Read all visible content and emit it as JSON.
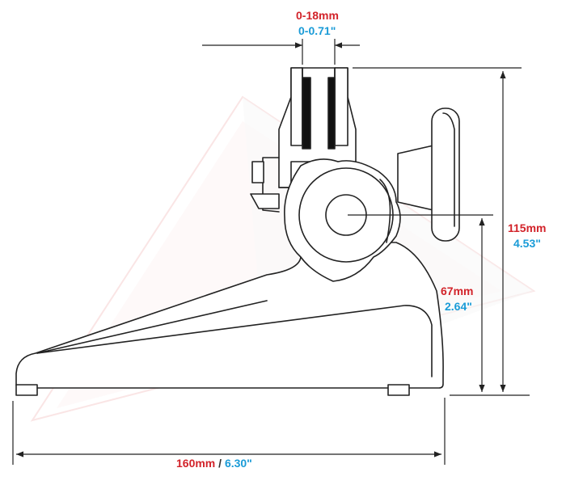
{
  "colors": {
    "metric": "#d2232a",
    "imperial": "#1a9bd7",
    "outline": "#222222",
    "watermark": "#f4c9c9"
  },
  "dimensions": {
    "jaw_opening": {
      "metric": "0-18mm",
      "imperial": "0-0.71\""
    },
    "total_height": {
      "metric": "115mm",
      "imperial": "4.53\""
    },
    "axis_height": {
      "metric": "67mm",
      "imperial": "2.64\""
    },
    "base_length": {
      "metric": "160mm",
      "separator": " / ",
      "imperial": "6.30\""
    }
  }
}
